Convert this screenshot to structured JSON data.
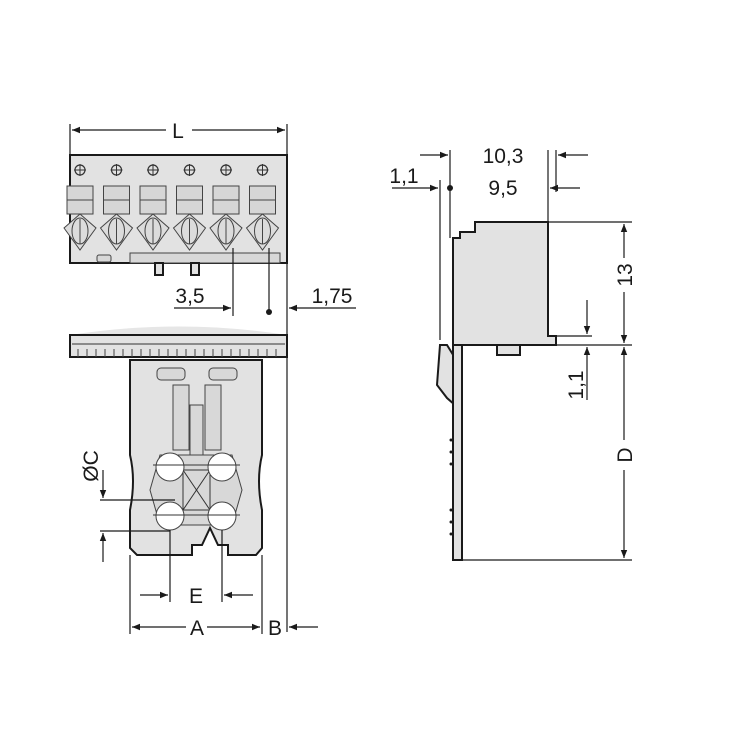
{
  "front_view": {
    "length_label": "L",
    "pitch_label": "3,5",
    "offset_label": "1,75",
    "pole_count": 6
  },
  "bottom_view": {
    "pin_diameter_label": "ØC",
    "pin_spacing_label": "E",
    "width_label": "A",
    "offset_label": "B"
  },
  "side_view": {
    "overall_depth_label": "10,3",
    "body_depth_label": "9,5",
    "flange_label": "1,1",
    "height_label": "13",
    "standoff_label": "1,1",
    "pin_length_label": "D"
  },
  "colors": {
    "body": "#e2e2e2",
    "outline": "#1a1a1a"
  }
}
